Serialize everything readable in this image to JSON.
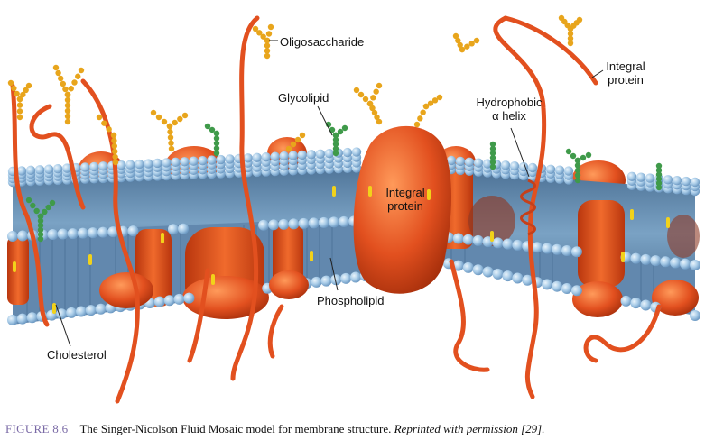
{
  "labels": {
    "oligosaccharide": "Oligosaccharide",
    "integral_protein_right": [
      "Integral",
      "protein"
    ],
    "glycolipid": "Glycolipid",
    "hydrophobic_helix": [
      "Hydrophobic",
      "α helix"
    ],
    "integral_protein_center": [
      "Integral",
      "protein"
    ],
    "phospholipid": "Phospholipid",
    "cholesterol": "Cholesterol"
  },
  "caption": {
    "figure_number": "FIGURE 8.6",
    "text": "The Singer-Nicolson Fluid Mosaic model for membrane structure.",
    "reference": "Reprinted with permission [29]."
  },
  "colors": {
    "head": "#a9cce8",
    "tail": "#5f86aa",
    "protein": "#e2501f",
    "sugar": "#e8a51c",
    "glycolipid_sugar": "#3f9a4a",
    "cholesterol": "#f2d21a",
    "background": "#ffffff"
  }
}
